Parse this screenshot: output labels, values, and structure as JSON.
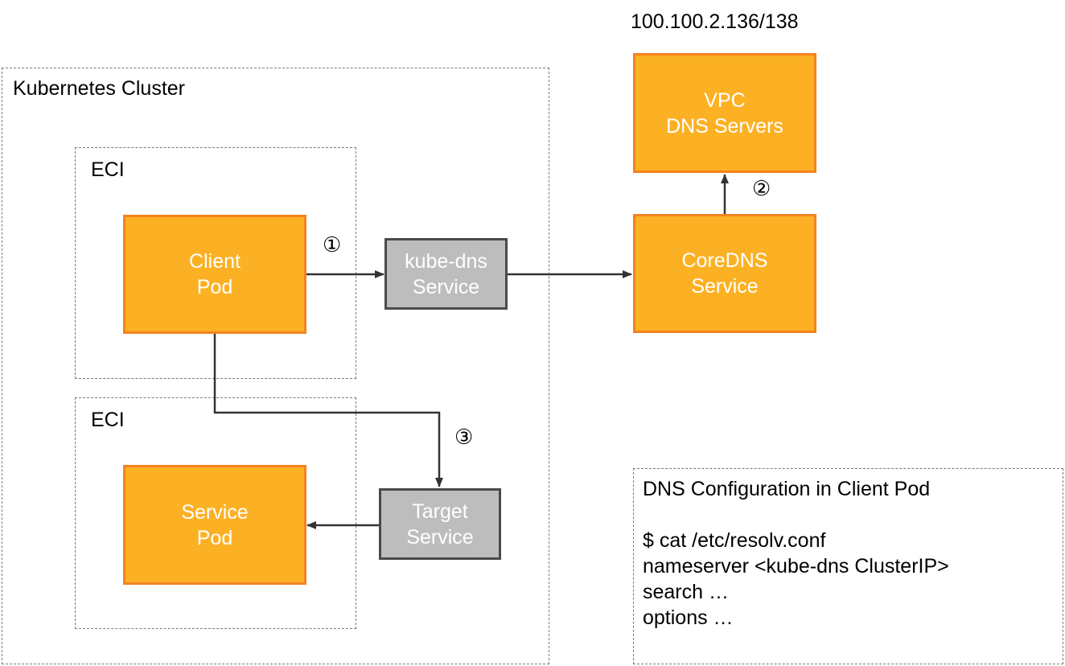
{
  "cluster": {
    "title": "Kubernetes Cluster"
  },
  "eci_top": {
    "title": "ECI"
  },
  "eci_bottom": {
    "title": "ECI"
  },
  "nodes": {
    "client_pod": [
      "Client",
      "Pod"
    ],
    "kube_dns": [
      "kube-dns",
      "Service"
    ],
    "coredns": [
      "CoreDNS",
      "Service"
    ],
    "vpc_dns": [
      "VPC",
      "DNS Servers"
    ],
    "service_pod": [
      "Service",
      "Pod"
    ],
    "target_service": [
      "Target",
      "Service"
    ]
  },
  "vpc_ip": "100.100.2.136/138",
  "steps": [
    "①",
    "②",
    "③"
  ],
  "config": {
    "title": "DNS Configuration in Client Pod",
    "lines": [
      "$ cat /etc/resolv.conf",
      "nameserver <kube-dns ClusterIP>",
      "search …",
      "options …"
    ]
  },
  "colors": {
    "orange_fill": "#fcb124",
    "orange_border": "#f5821f",
    "gray_fill": "#bdbdbd",
    "gray_border": "#4a4a4a"
  }
}
